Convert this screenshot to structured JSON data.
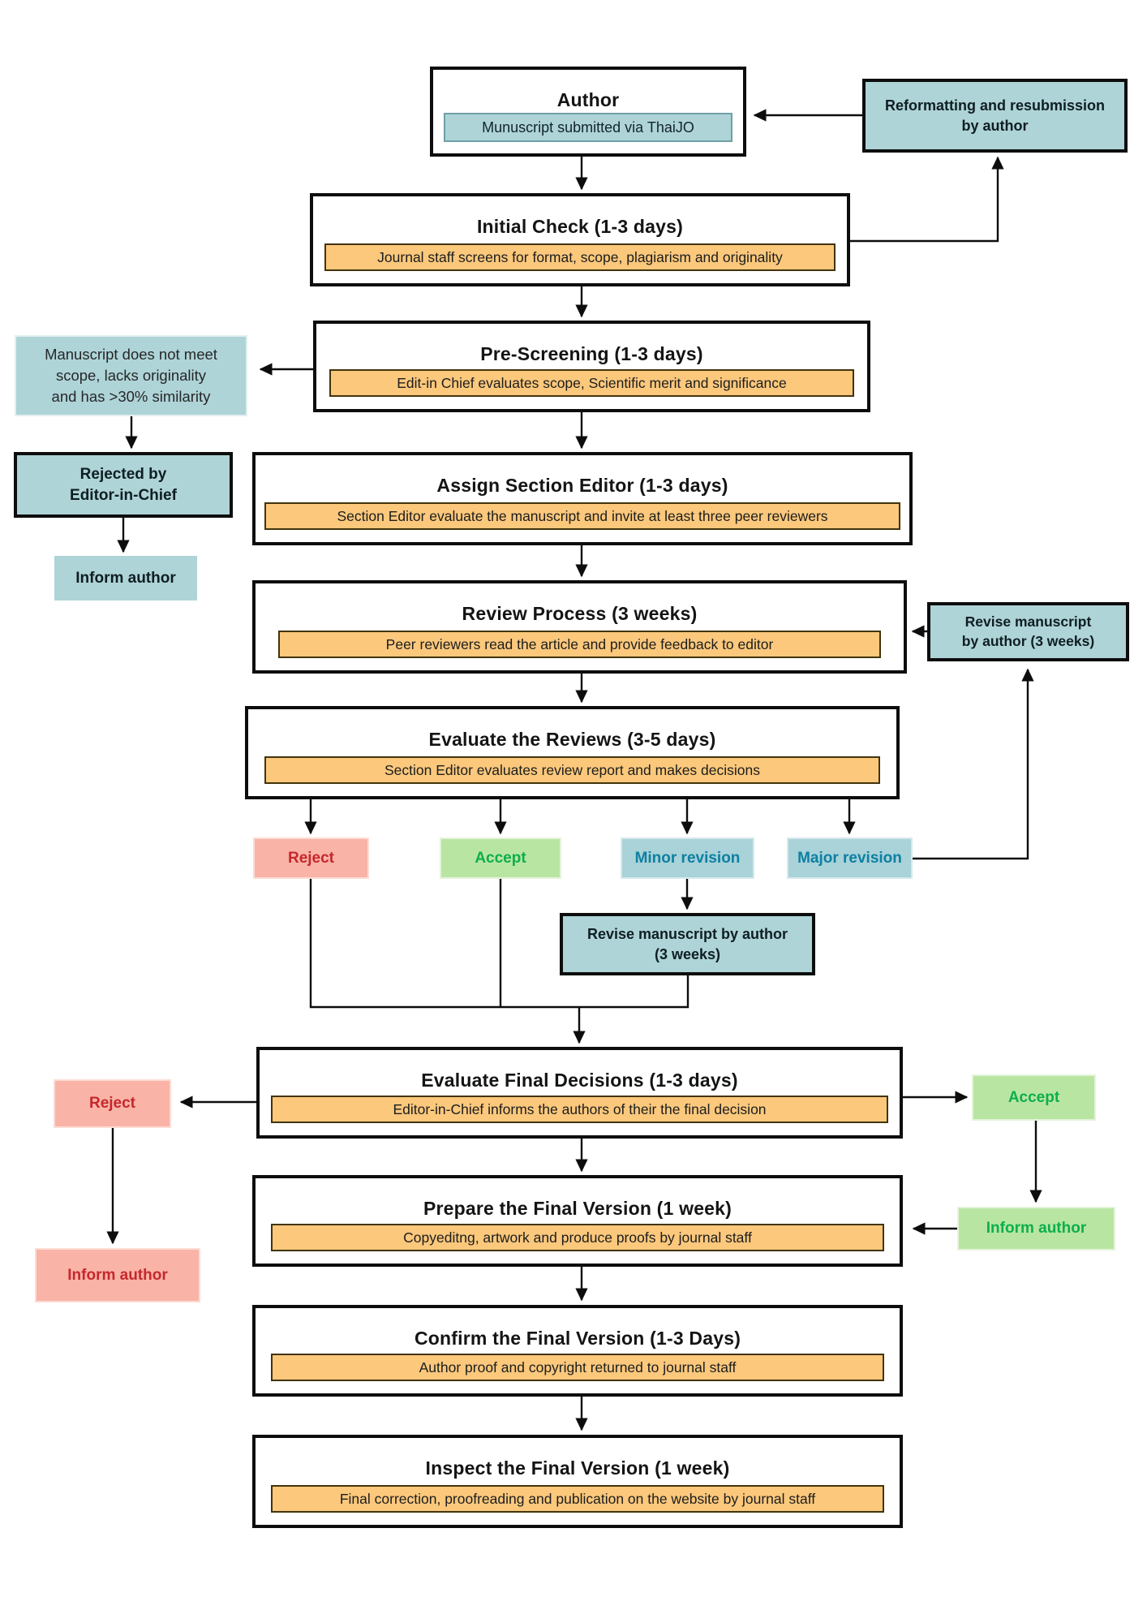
{
  "colors": {
    "teal_fill": "#aed4d8",
    "yellow_fill": "#fbc87c",
    "red_fill": "#f9b3a7",
    "red_text": "#c5282c",
    "green_fill": "#b9e5a3",
    "green_text": "#0caf4d",
    "teal_decision_fill": "#a9d2d9",
    "teal_decision_text": "#0d80a2",
    "box_border": "#0d0d0d"
  },
  "flowchart": {
    "author": {
      "title": "Author",
      "note": "Munuscript submitted via ThaiJO"
    },
    "reformatting": {
      "label": "Reformatting and resubmission\nby author"
    },
    "initial_check": {
      "title": "Initial Check (1-3 days)",
      "detail": "Journal staff screens for format, scope, plagiarism and originality"
    },
    "pre_screening": {
      "title": "Pre-Screening (1-3 days)",
      "detail": "Edit-in Chief evaluates scope, Scientific merit and significance"
    },
    "not_meet_scope": {
      "label": "Manuscript does not meet\nscope, lacks originality\nand has >30% similarity"
    },
    "rejected_by_eic": {
      "label": "Rejected by\nEditor-in-Chief"
    },
    "inform_author_eic": {
      "label": "Inform author"
    },
    "assign_editor": {
      "title": "Assign Section Editor (1-3 days)",
      "detail": "Section Editor evaluate the manuscript and invite at least three peer reviewers"
    },
    "review_process": {
      "title": "Review Process (3 weeks)",
      "detail": "Peer reviewers read the article and provide feedback to editor"
    },
    "revise_right": {
      "label": "Revise manuscript\nby author (3 weeks)"
    },
    "evaluate_reviews": {
      "title": "Evaluate the Reviews (3-5 days)",
      "detail": "Section Editor evaluates review report and makes decisions"
    },
    "decision_reject": {
      "label": "Reject"
    },
    "decision_accept": {
      "label": "Accept"
    },
    "decision_minor": {
      "label": "Minor revision"
    },
    "decision_major": {
      "label": "Major revision"
    },
    "revise_mid": {
      "label": "Revise manuscript by author\n(3 weeks)"
    },
    "evaluate_final": {
      "title": "Evaluate Final Decisions (1-3 days)",
      "detail": "Editor-in-Chief informs the authors of their the final decision"
    },
    "final_reject": {
      "label": "Reject"
    },
    "final_reject_inform": {
      "label": "Inform author"
    },
    "final_accept": {
      "label": "Accept"
    },
    "final_accept_inform": {
      "label": "Inform author"
    },
    "prepare_final": {
      "title": "Prepare the Final Version (1 week)",
      "detail": "Copyeditng, artwork and produce proofs by journal staff"
    },
    "confirm_final": {
      "title": "Confirm the Final Version (1-3 Days)",
      "detail": "Author proof and copyright returned to journal staff"
    },
    "inspect_final": {
      "title": "Inspect the Final Version (1 week)",
      "detail": "Final correction, proofreading and publication on the website by journal staff"
    }
  }
}
